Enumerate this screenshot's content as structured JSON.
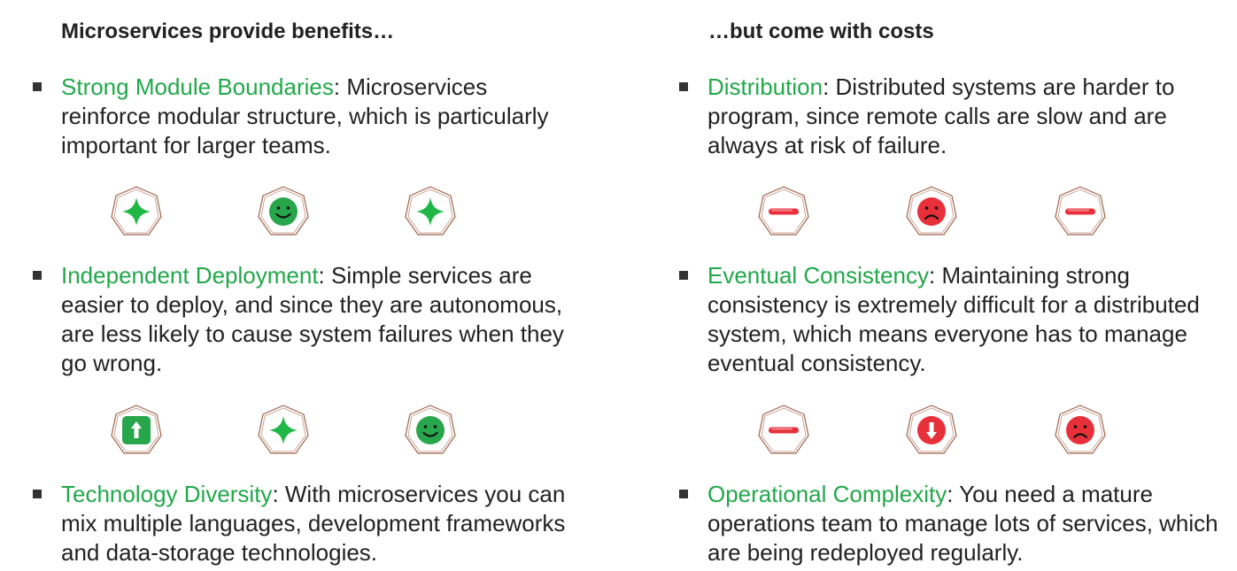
{
  "colors": {
    "green_term": "#22a84a",
    "green_icon": "#1fb845",
    "green_face": "#27a64c",
    "red_icon": "#e8303a",
    "hex_stroke": "#a0624a"
  },
  "benefits": {
    "heading": "Microservices provide benefits…",
    "items": [
      {
        "term": "Strong Module Boundaries",
        "description": ": Microservices reinforce modular structure, which is particularly important for larger teams.",
        "icons": [
          "plus-icon",
          "smile-icon",
          "plus-icon"
        ]
      },
      {
        "term": "Independent Deployment",
        "description": ": Simple services are easier to deploy, and since they are autonomous, are less likely to cause system failures when they go wrong.",
        "icons": [
          "up-arrow-icon",
          "plus-icon",
          "smile-icon"
        ]
      },
      {
        "term": "Technology Diversity",
        "description": ": With microservices you can mix multiple languages, development frameworks and data-storage technologies."
      }
    ]
  },
  "costs": {
    "heading": "…but come with costs",
    "items": [
      {
        "term": "Distribution",
        "description": ": Distributed systems are harder to program, since remote calls are slow and are always at risk of failure.",
        "icons": [
          "minus-icon",
          "frown-icon",
          "minus-icon"
        ]
      },
      {
        "term": "Eventual Consistency",
        "description": ": Maintaining strong consistency is extremely difficult for a distributed system, which means everyone has to manage eventual consistency.",
        "icons": [
          "minus-icon",
          "down-arrow-icon",
          "frown-icon"
        ]
      },
      {
        "term": "Operational Complexity",
        "description": ": You need a mature operations team to manage lots of services, which are being redeployed regularly."
      }
    ]
  }
}
